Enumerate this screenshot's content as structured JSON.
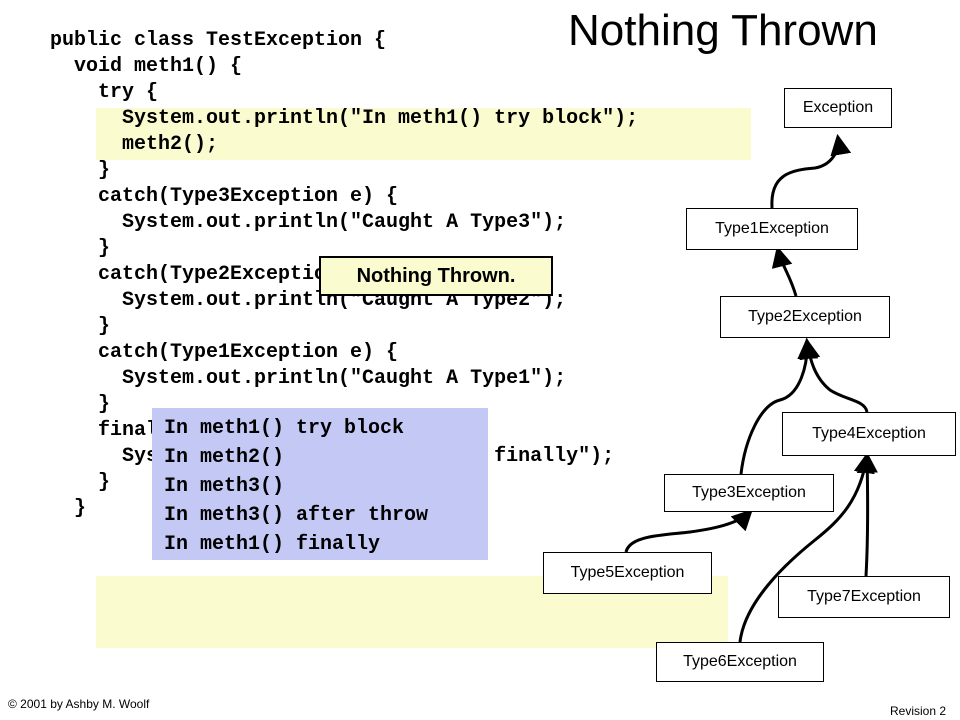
{
  "title": "Nothing Thrown",
  "code_lines": [
    "public class TestException {",
    "  void meth1() {",
    "    try {",
    "      System.out.println(\"In meth1() try block\");",
    "      meth2();",
    "    }",
    "    catch(Type3Exception e) {",
    "      System.out.println(\"Caught A Type3\");",
    "",
    "",
    "    }",
    "    catch(Type2Exception e) {",
    "      System.out.println(\"Caught A Type2\");",
    "",
    "",
    "    }",
    "    catch(Type1Exception e) {",
    "      System.out.println(\"Caught A Type1\");",
    "",
    "",
    "    }",
    "    finally {",
    "      System.out.println(\"In meth1() finally\");",
    "    }",
    "  }"
  ],
  "callout": "Nothing Thrown.",
  "output_lines": [
    "In meth1() try block",
    "In meth2()",
    "In meth3()",
    "In meth3() after throw",
    "In meth1() finally"
  ],
  "hierarchy": {
    "exception": "Exception",
    "type1": "Type1Exception",
    "type2": "Type2Exception",
    "type3": "Type3Exception",
    "type4": "Type4Exception",
    "type5": "Type5Exception",
    "type6": "Type6Exception",
    "type7": "Type7Exception"
  },
  "footer": {
    "copyright": "© 2001 by Ashby M. Woolf",
    "revision": "Revision 2"
  },
  "colors": {
    "code_highlight": "#fbfbd0",
    "output_background": "#c4c8f4"
  }
}
